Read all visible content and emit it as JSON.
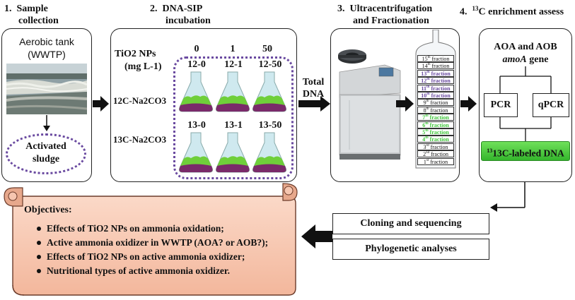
{
  "steps": [
    {
      "num": "1.",
      "title_lines": [
        "Sample",
        "collection"
      ]
    },
    {
      "num": "2.",
      "title_lines": [
        "DNA-SIP",
        "incubation"
      ]
    },
    {
      "num": "3.",
      "title_lines": [
        "Ultracentrifugation",
        "and Fractionation"
      ]
    },
    {
      "num": "4.",
      "title_sup": "13",
      "title_rest": "C enrichment assess"
    }
  ],
  "panel1": {
    "tank_label_line1": "Aerobic tank",
    "tank_label_line2": "(WWTP)",
    "sludge_line1": "Activated",
    "sludge_line2": "sludge"
  },
  "panel2": {
    "tio2_label": "TiO2 NPs",
    "unit_label": "(mg L-1)",
    "concentrations": [
      "0",
      "1",
      "50"
    ],
    "row12_label": "12C-Na2CO3",
    "row13_label": "13C-Na2CO3",
    "row12_flasks": [
      "12-0",
      "12-1",
      "12-50"
    ],
    "row13_flasks": [
      "13-0",
      "13-1",
      "13-50"
    ]
  },
  "connector": {
    "line1": "Total",
    "line2": "DNA"
  },
  "fractions": [
    {
      "n": "15",
      "sup": "th",
      "color": "plain"
    },
    {
      "n": "14",
      "sup": "th",
      "color": "plain"
    },
    {
      "n": "13",
      "sup": "th",
      "color": "purple"
    },
    {
      "n": "12",
      "sup": "th",
      "color": "purple"
    },
    {
      "n": "11",
      "sup": "th",
      "color": "purple"
    },
    {
      "n": "10",
      "sup": "th",
      "color": "purple"
    },
    {
      "n": "9",
      "sup": "th",
      "color": "plain"
    },
    {
      "n": "8",
      "sup": "th",
      "color": "plain"
    },
    {
      "n": "7",
      "sup": "th",
      "color": "green"
    },
    {
      "n": "6",
      "sup": "th",
      "color": "green"
    },
    {
      "n": "5",
      "sup": "th",
      "color": "green"
    },
    {
      "n": "4",
      "sup": "th",
      "color": "green"
    },
    {
      "n": "3",
      "sup": "rd",
      "color": "plain"
    },
    {
      "n": "2",
      "sup": "nd",
      "color": "plain"
    },
    {
      "n": "1",
      "sup": "st",
      "color": "plain"
    }
  ],
  "fraction_word": "fraction",
  "panel4": {
    "gene_line1": "AOA and AOB",
    "gene_italic": "amoA",
    "gene_rest": " gene",
    "pcr": "PCR",
    "qpcr": "qPCR",
    "labeled_dna": "13C-labeled DNA"
  },
  "analysis": {
    "cloning": "Cloning and sequencing",
    "phylo": "Phylogenetic analyses"
  },
  "objectives": {
    "heading": "Objectives:",
    "items": [
      "Effects of TiO2 NPs on ammonia oxidation;",
      "Active ammonia oxidizer in WWTP (AOA? or AOB?);",
      "Effects of TiO2 NPs on active ammonia oxidizer;",
      "Nutritional types of active ammonia oxidizer."
    ]
  },
  "colors": {
    "purple": "#6a4aa0",
    "green": "#3fc63a",
    "scroll": "#f6c6b0",
    "flask_liquid": "#7a2a6a",
    "flask_foam": "#6fcf3a",
    "flask_glass": "#cfe9ef"
  }
}
